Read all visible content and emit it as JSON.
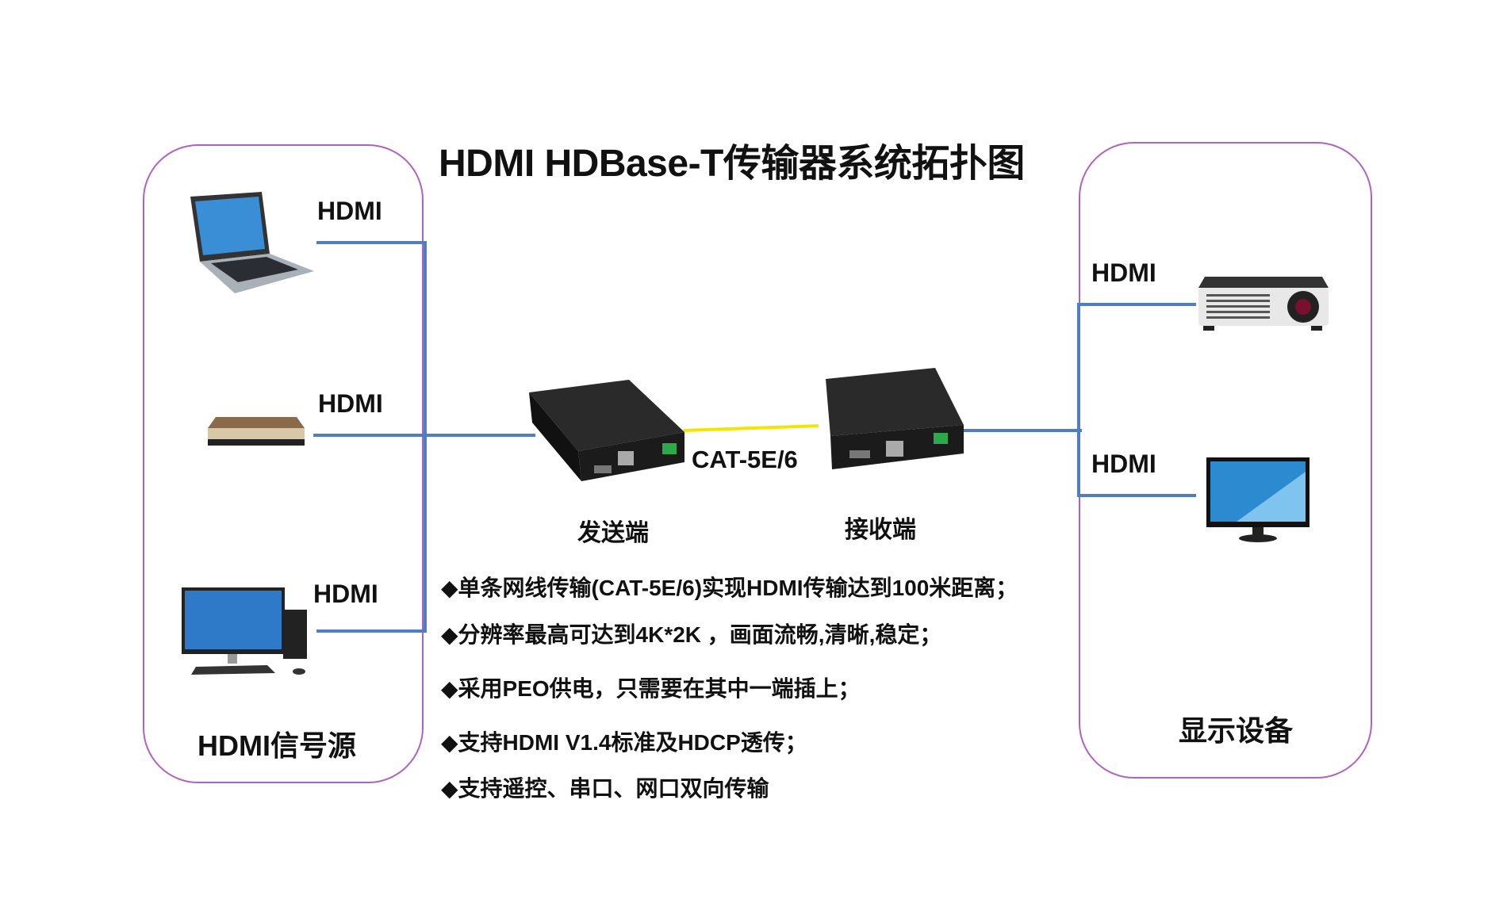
{
  "title": "HDMI HDBase-T传输器系统拓扑图",
  "source_group": {
    "caption": "HDMI信号源",
    "devices": [
      {
        "name": "laptop",
        "port_label": "HDMI"
      },
      {
        "name": "dvd-player",
        "port_label": "HDMI"
      },
      {
        "name": "desktop-pc",
        "port_label": "HDMI"
      }
    ]
  },
  "display_group": {
    "caption": "显示设备",
    "devices": [
      {
        "name": "projector",
        "port_label": "HDMI"
      },
      {
        "name": "monitor",
        "port_label": "HDMI"
      }
    ]
  },
  "transmitter": {
    "caption": "发送端"
  },
  "receiver": {
    "caption": "接收端"
  },
  "cable_label": "CAT-5E/6",
  "features": [
    "◆单条网线传输(CAT-5E/6)实现HDMI传输达到100米距离；",
    "◆分辨率最高可达到4K*2K ，画面流畅,清晰,稳定；",
    "◆采用PEO供电，只需要在其中一端插上；",
    "◆支持HDMI V1.4标准及HDCP透传；",
    "◆支持遥控、串口、网口双向传输"
  ],
  "colors": {
    "frame": "#b062c0",
    "hdmi_line": "#4f7fc1",
    "cat_line": "#f2e600"
  }
}
